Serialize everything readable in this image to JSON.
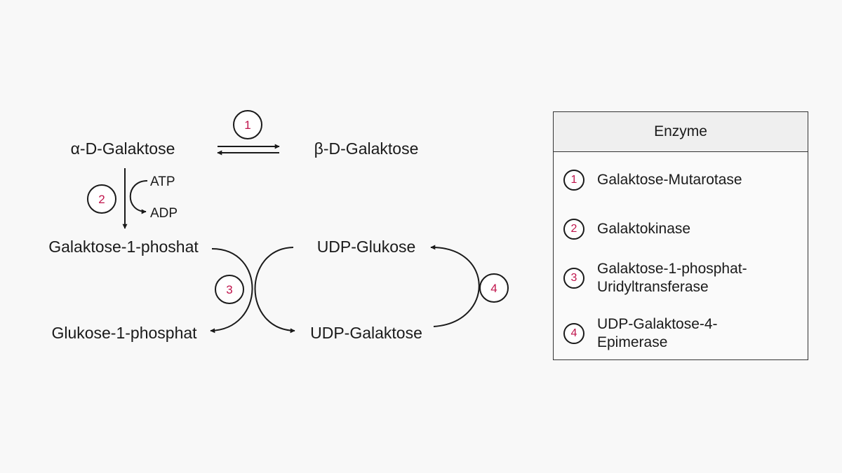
{
  "colors": {
    "accent": "#c0144c",
    "ink": "#1a1a1a",
    "background": "#f8f8f8"
  },
  "molecules": {
    "alpha_galactose": "α-D-Galaktose",
    "beta_galactose": "β-D-Galaktose",
    "galactose_1_phosphate": "Galaktose-1-phoshat",
    "glucose_1_phosphate": "Glukose-1-phosphat",
    "udp_glucose": "UDP-Glukose",
    "udp_galactose": "UDP-Galaktose"
  },
  "cofactors": {
    "atp": "ATP",
    "adp": "ADP"
  },
  "steps": {
    "s1": "1",
    "s2": "2",
    "s3": "3",
    "s4": "4"
  },
  "legend": {
    "title": "Enzyme",
    "items": [
      {
        "num": "1",
        "name": "Galaktose-Mutarotase"
      },
      {
        "num": "2",
        "name": "Galaktokinase"
      },
      {
        "num": "3",
        "name": "Galaktose-1-phosphat-Uridyltransferase"
      },
      {
        "num": "4",
        "name": "UDP-Galaktose-4-Epimerase"
      }
    ]
  }
}
